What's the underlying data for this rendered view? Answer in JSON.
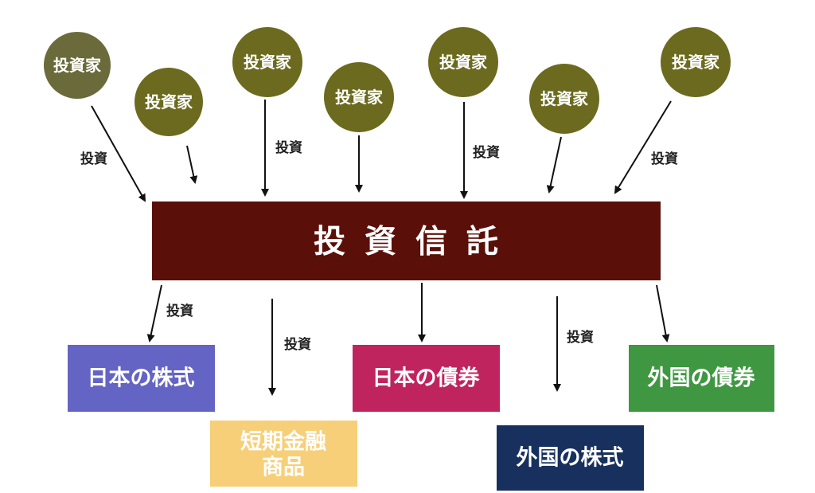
{
  "investors": [
    "投資家",
    "投資家",
    "投資家",
    "投資家",
    "投資家",
    "投資家",
    "投資家"
  ],
  "invest_label": "投資",
  "fund": "投資信託",
  "targets": [
    "日本の株式",
    "短期金融",
    "商品",
    "日本の債券",
    "外国の株式",
    "外国の債券"
  ],
  "colors": {
    "investor": "#6b6a1e",
    "fund": "#5a0f08",
    "jp_stock": "#6464c4",
    "money_market": "#f6cf78",
    "jp_bond": "#c0245e",
    "foreign_stock": "#17305e",
    "foreign_bond": "#3f9741"
  }
}
